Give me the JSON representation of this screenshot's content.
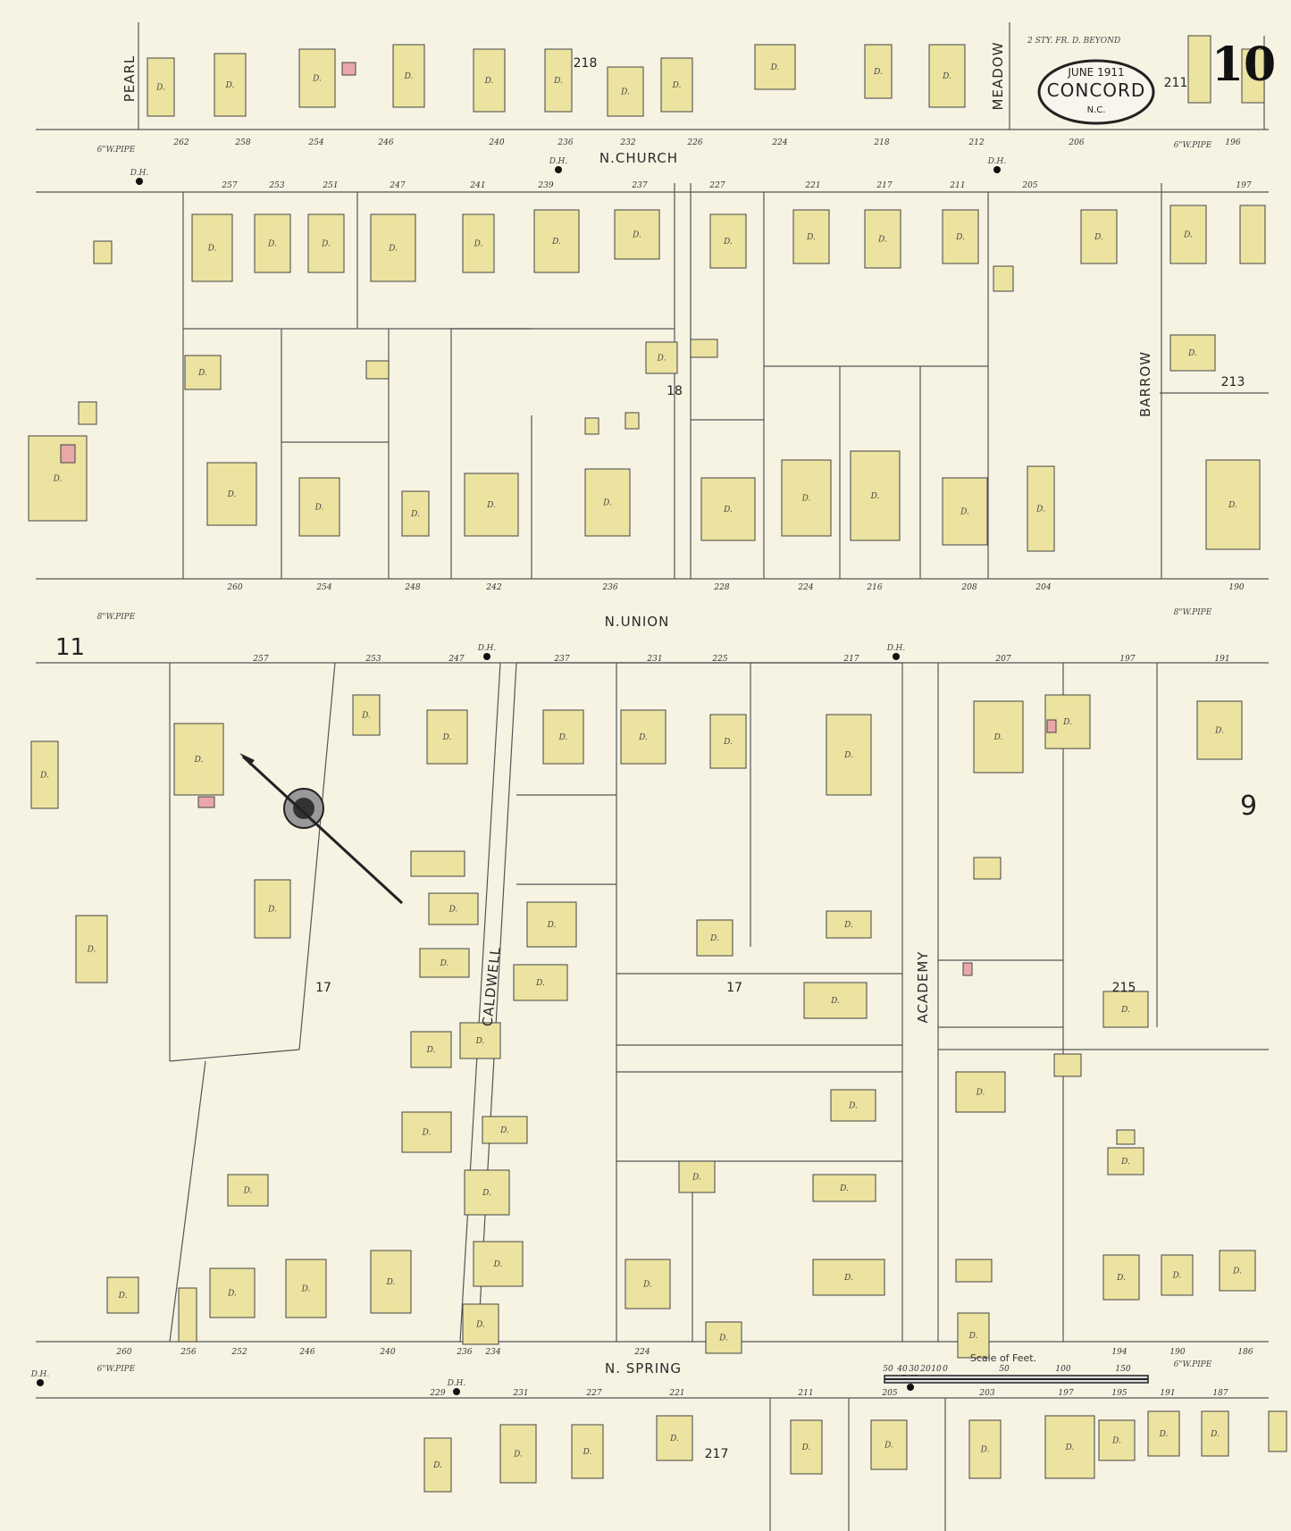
{
  "title": {
    "date": "JUNE 1911",
    "city": "CONCORD",
    "state": "N.C."
  },
  "sheet_number": "10",
  "adjacent_sheets": {
    "west": "11",
    "east": "9"
  },
  "note_top": "2 STY. FR. D. BEYOND",
  "streets": {
    "pearl": "PEARL",
    "church": "N.CHURCH",
    "meadow": "MEADOW",
    "barrow": "BARROW",
    "union": "N.UNION",
    "caldwell": "CALDWELL",
    "academy": "ACADEMY",
    "spring": "N. SPRING"
  },
  "pipes": {
    "church": "6\"W.PIPE",
    "union": "8\"W.PIPE",
    "spring": "6\"W.PIPE"
  },
  "block_numbers": [
    "218",
    "211",
    "18",
    "213",
    "17",
    "17",
    "215",
    "217"
  ],
  "house_numbers": {
    "church_north": [
      "262",
      "258",
      "254",
      "246",
      "240",
      "236",
      "232",
      "226",
      "224",
      "218",
      "212",
      "206",
      "196"
    ],
    "church_south": [
      "257",
      "253",
      "251",
      "247",
      "241",
      "239",
      "237",
      "227",
      "221",
      "217",
      "211",
      "205",
      "197"
    ],
    "union_north": [
      "260",
      "254",
      "248",
      "242",
      "236",
      "228",
      "224",
      "216",
      "208",
      "204",
      "190"
    ],
    "union_south": [
      "257",
      "253",
      "247",
      "237",
      "231",
      "225",
      "217",
      "207",
      "197",
      "191"
    ],
    "spring_north": [
      "260",
      "256",
      "252",
      "246",
      "240",
      "236",
      "234",
      "224",
      "194",
      "190",
      "186"
    ],
    "spring_south": [
      "229",
      "231",
      "227",
      "221",
      "211",
      "205",
      "203",
      "197",
      "195",
      "191",
      "187"
    ]
  },
  "dwelling_label": "D.",
  "hydrant_label": "D.H.",
  "scale": {
    "title": "Scale of Feet.",
    "ticks": [
      "50",
      "40",
      "30",
      "20",
      "10",
      "0",
      "50",
      "100",
      "150"
    ]
  },
  "colors": {
    "paper": "#f6f3e3",
    "frame_building": "#ece3a0",
    "brick_building": "#e9a8a8",
    "ink": "#2a2a2a"
  }
}
